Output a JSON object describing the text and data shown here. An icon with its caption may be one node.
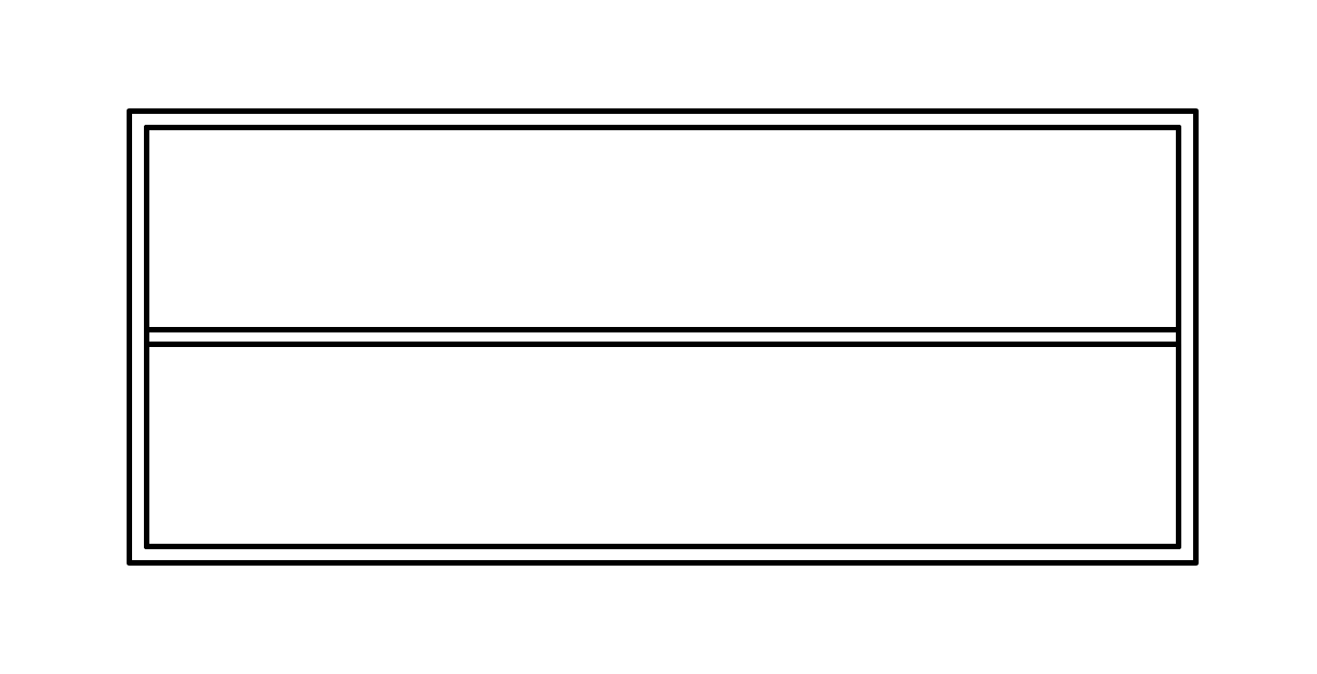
{
  "diagram": {
    "nodes": [
      {
        "text": [],
        "shape": "box"
      },
      {
        "text": [],
        "shape": "box",
        "in": 0
      },
      {
        "text": [],
        "shape": "box",
        "in": 0
      }
    ]
  }
}
